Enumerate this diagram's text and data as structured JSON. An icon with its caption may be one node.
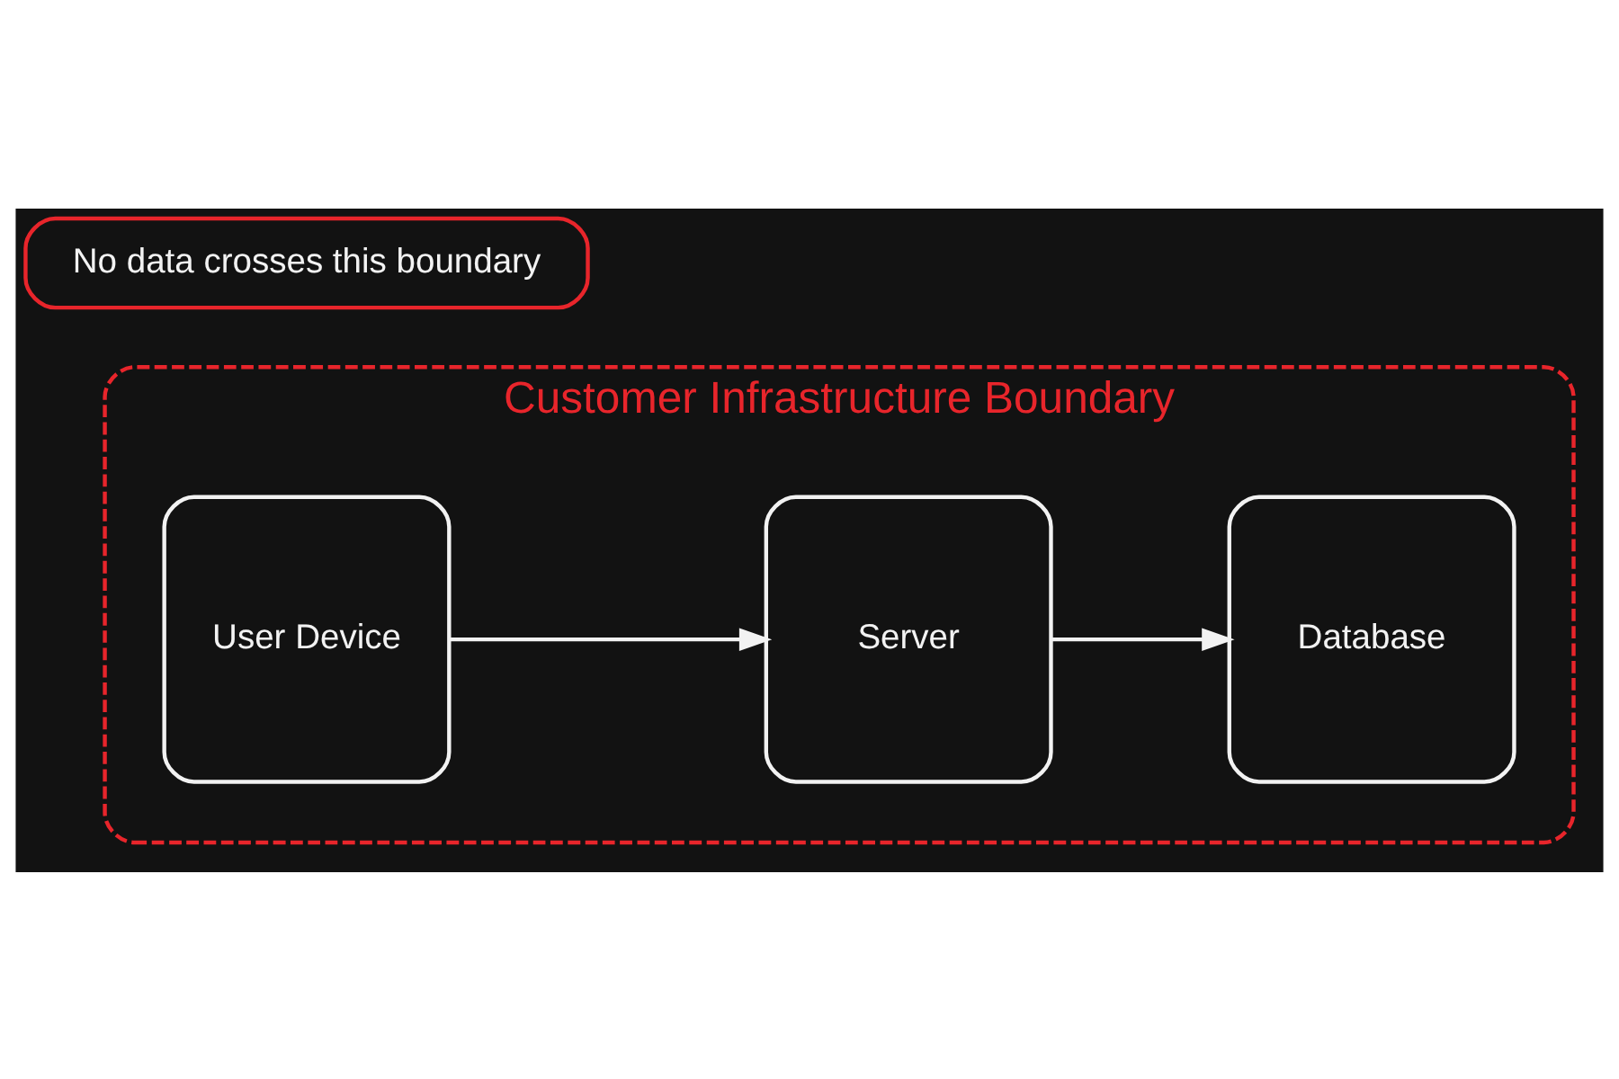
{
  "diagram": {
    "nodes": [
      {
        "text": [
          "Customer Infrastructure Boundary"
        ]
      },
      {
        "text": [
          "User Device"
        ],
        "in": 0
      },
      {
        "text": [
          "Server"
        ],
        "in": 0
      },
      {
        "text": [
          "Database"
        ],
        "in": 0
      },
      {
        "text": [
          "No data crosses this boundary"
        ]
      }
    ],
    "edges": [
      {
        "from": 1,
        "to": 2,
        "arrow": "to"
      },
      {
        "from": 2,
        "to": 3,
        "arrow": "to"
      }
    ]
  }
}
